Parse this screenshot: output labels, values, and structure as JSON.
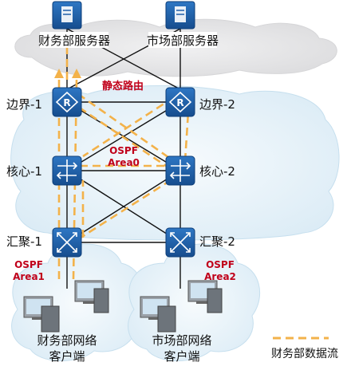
{
  "colors": {
    "device_blue": "#1f5fa8",
    "device_border": "#0c3d78",
    "cloud_gray": "#e2e2e4",
    "cloud_blue": "#e5f1f8",
    "cloud_stroke": "#c6dfee",
    "data_flow": "#f3b24a",
    "accent_red": "#c0001a",
    "link_black": "#111111"
  },
  "servers": {
    "finance": {
      "label": "财务部服务器",
      "icon": "server-icon"
    },
    "market": {
      "label": "市场部服务器",
      "icon": "server-icon"
    }
  },
  "routers": {
    "edge1": {
      "label": "边界-1",
      "icon": "router-icon"
    },
    "edge2": {
      "label": "边界-2",
      "icon": "router-icon"
    }
  },
  "core": {
    "core1": {
      "label": "核心-1",
      "icon": "core-switch-icon"
    },
    "core2": {
      "label": "核心-2",
      "icon": "core-switch-icon"
    }
  },
  "aggregation": {
    "agg1": {
      "label": "汇聚-1",
      "icon": "aggregation-switch-icon"
    },
    "agg2": {
      "label": "汇聚-2",
      "icon": "aggregation-switch-icon"
    }
  },
  "annotations": {
    "static_route": "静态路由",
    "ospf_area0_line1": "OSPF",
    "ospf_area0_line2": "Area0",
    "ospf_area1_line1": "OSPF",
    "ospf_area1_line2": "Area1",
    "ospf_area2_line1": "OSPF",
    "ospf_area2_line2": "Area2"
  },
  "clients": {
    "finance": {
      "line1": "财务部网络",
      "line2": "客户端",
      "icon": "pc-icon"
    },
    "market": {
      "line1": "市场部网络",
      "line2": "客户端",
      "icon": "pc-icon"
    }
  },
  "legend": {
    "label": "财务部数据流",
    "icon": "dashed-flow-icon"
  }
}
